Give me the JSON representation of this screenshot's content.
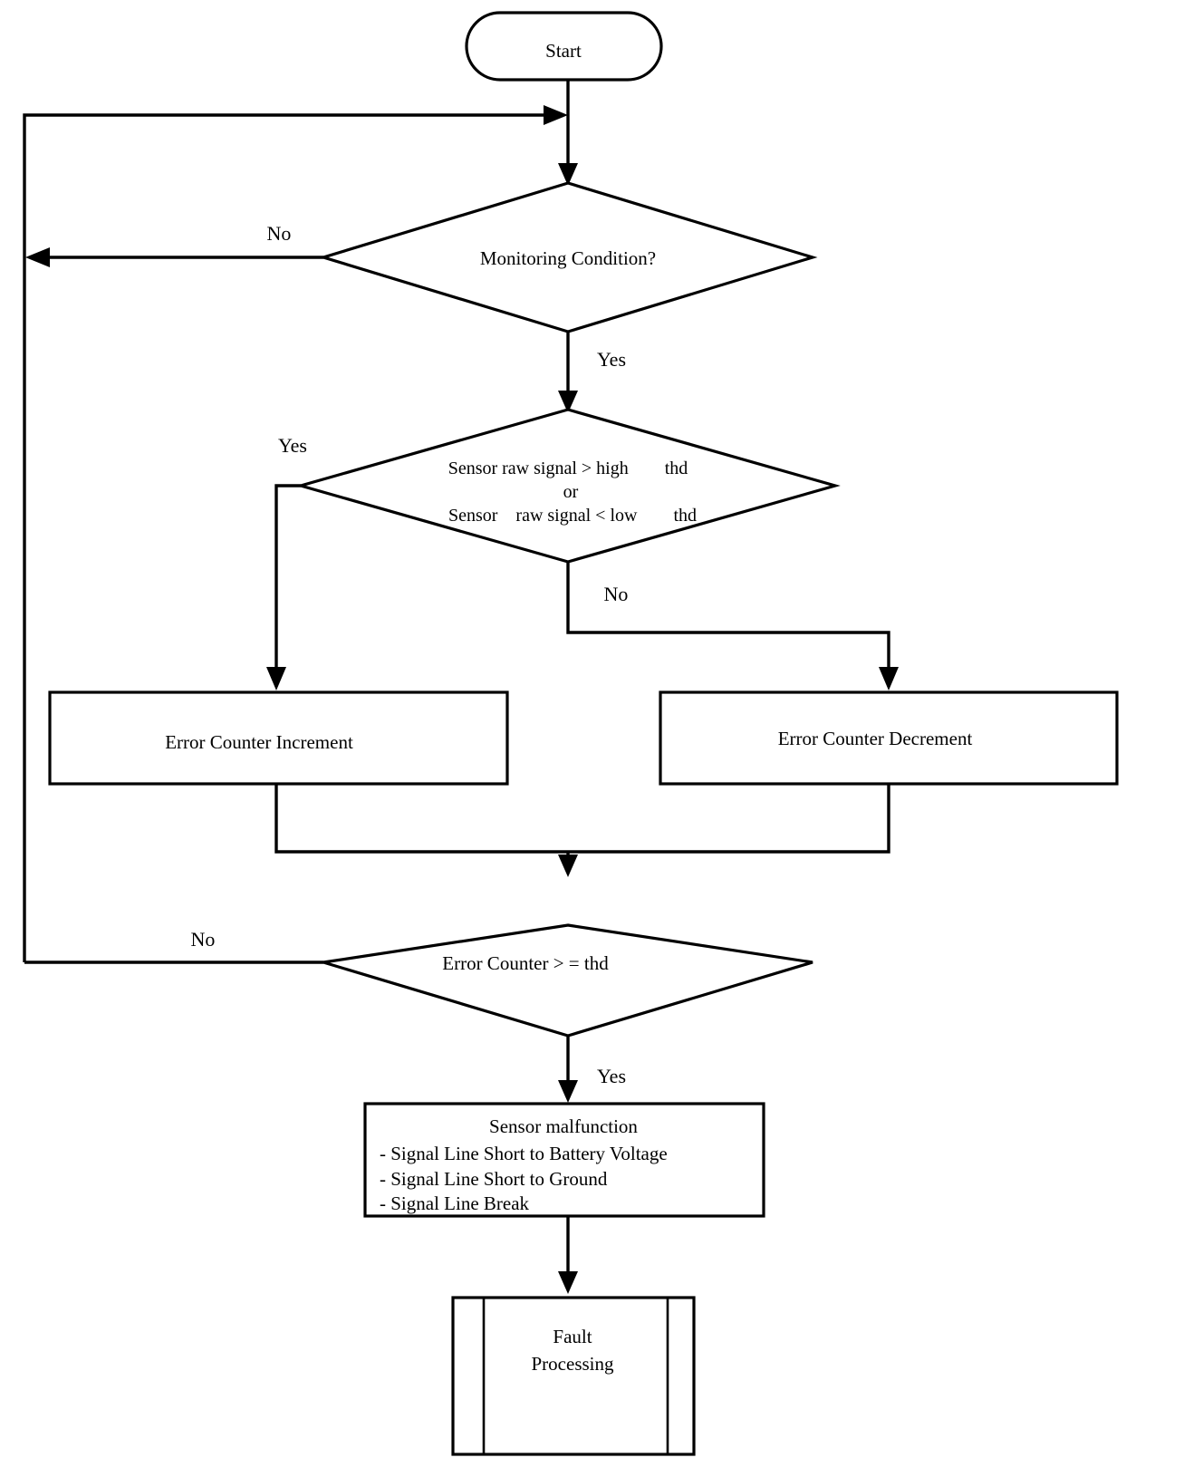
{
  "diagram": {
    "title": "Sensor Monitoring Fault Detection Flowchart",
    "type": "flowchart",
    "background_color": "#ffffff",
    "line_color": "#000000",
    "text_color": "#000000",
    "nodes": {
      "start": {
        "label": "Start",
        "shape": "terminator"
      },
      "monitoring_condition": {
        "label": "Monitoring Condition?",
        "shape": "decision"
      },
      "threshold_check": {
        "shape": "decision",
        "line1": "Sensor raw signal > high        thd",
        "line2": "or",
        "line3": "Sensor    raw signal < low        thd"
      },
      "error_counter_increment": {
        "label": "Error Counter Increment",
        "shape": "process"
      },
      "error_counter_decrement": {
        "label": "Error Counter Decrement",
        "shape": "process"
      },
      "error_counter_threshold": {
        "label": "Error Counter > = thd",
        "shape": "decision"
      },
      "sensor_malfunction": {
        "shape": "process",
        "title": "Sensor malfunction",
        "items": [
          "- Signal Line Short to Battery Voltage",
          "- Signal Line Short to Ground",
          "- Signal Line Break"
        ]
      },
      "fault_processing": {
        "shape": "predefined-process",
        "line1": "Fault",
        "line2": "Processing"
      }
    },
    "edge_labels": {
      "monitoring_no": "No",
      "monitoring_yes": "Yes",
      "threshold_yes": "Yes",
      "threshold_no": "No",
      "counter_no": "No",
      "counter_yes": "Yes"
    }
  }
}
